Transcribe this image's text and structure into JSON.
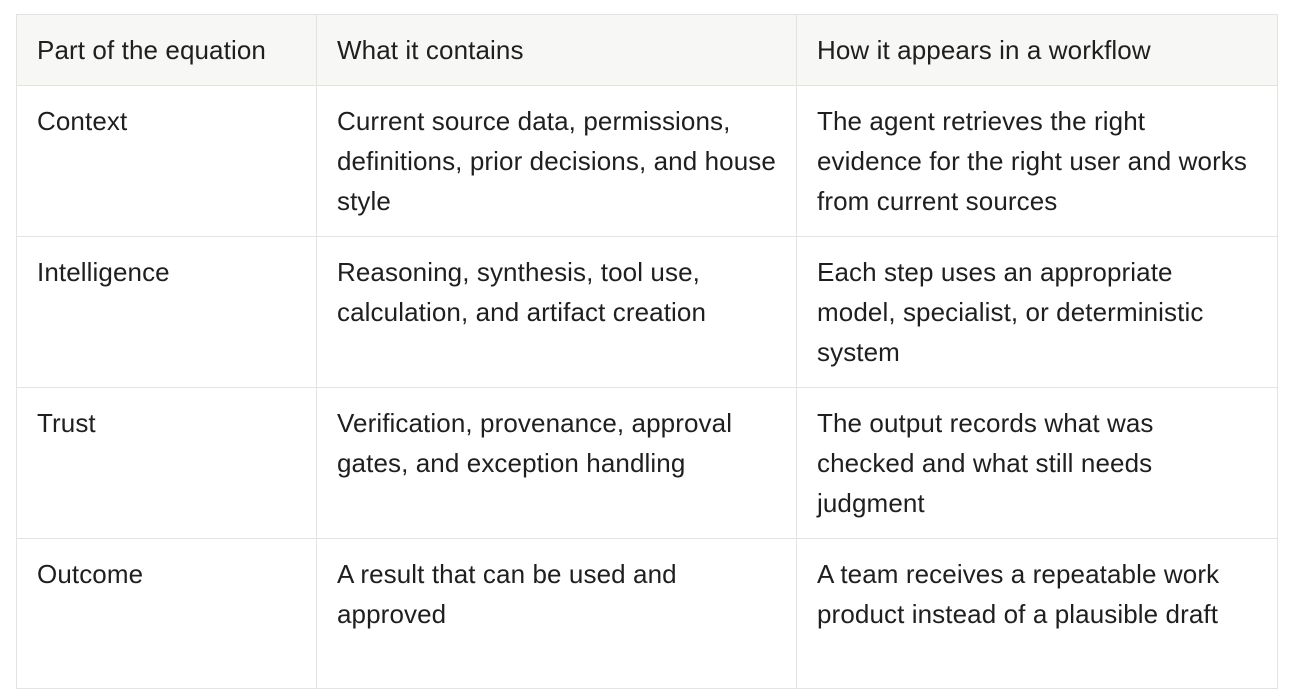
{
  "table": {
    "headers": [
      "Part of the equation",
      "What it contains",
      "How it appears in a workflow"
    ],
    "rows": [
      [
        "Context",
        "Current source data, permissions, definitions, prior decisions, and house style",
        "The agent retrieves the right evidence for the right user and works from current sources"
      ],
      [
        "Intelligence",
        "Reasoning, synthesis, tool use, calculation, and artifact creation",
        "Each step uses an appropriate model, specialist, or deterministic system"
      ],
      [
        "Trust",
        "Verification, provenance, approval gates, and exception handling",
        "The output records what was checked and what still needs judgment"
      ],
      [
        "Outcome",
        "A result that can be used and approved",
        "A team receives a repeatable work product instead of a plausible draft"
      ]
    ]
  }
}
